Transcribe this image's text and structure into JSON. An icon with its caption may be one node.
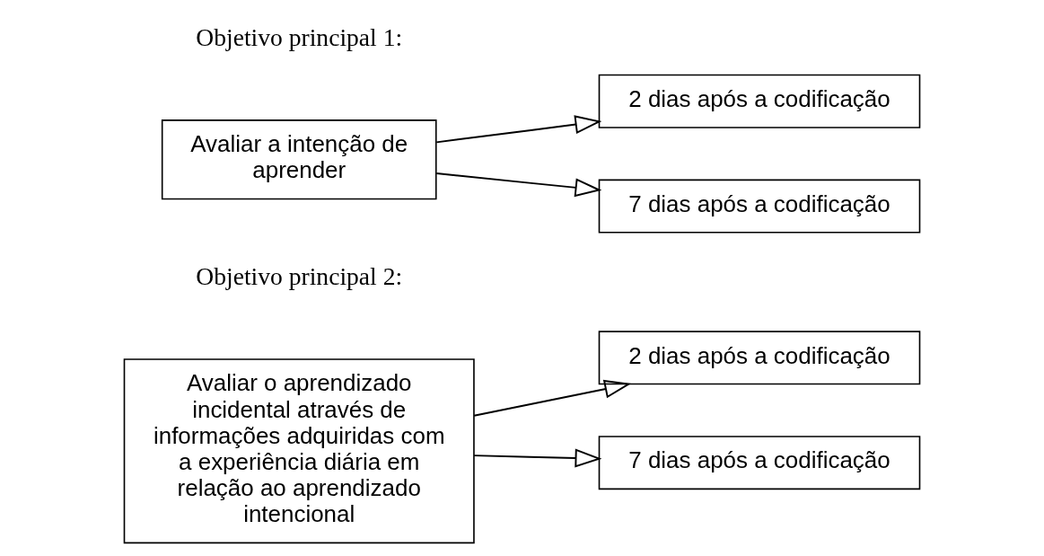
{
  "diagram": {
    "nodes": [
      {
        "text": [
          "Avaliar a intenção de aprender"
        ]
      },
      {
        "text": [
          "2 dias após a codificação"
        ]
      },
      {
        "text": [
          "7 dias após a codificação"
        ]
      },
      {
        "text": [
          "Avaliar o aprendizado incidental através de informações adquiridas com a experiência diária em relação ao aprendizado intencional"
        ]
      },
      {
        "text": [
          "2 dias após a codificação"
        ]
      },
      {
        "text": [
          "7 dias após a codificação"
        ]
      }
    ],
    "edges": [
      {
        "from": 0,
        "to": 1,
        "arrow": "to"
      },
      {
        "from": 0,
        "to": 2,
        "arrow": "to"
      },
      {
        "from": 3,
        "to": 4,
        "arrow": "to"
      },
      {
        "from": 3,
        "to": 5,
        "arrow": "to"
      }
    ],
    "labels": [
      "Objetivo principal 1:",
      "Objetivo principal 2:"
    ]
  }
}
